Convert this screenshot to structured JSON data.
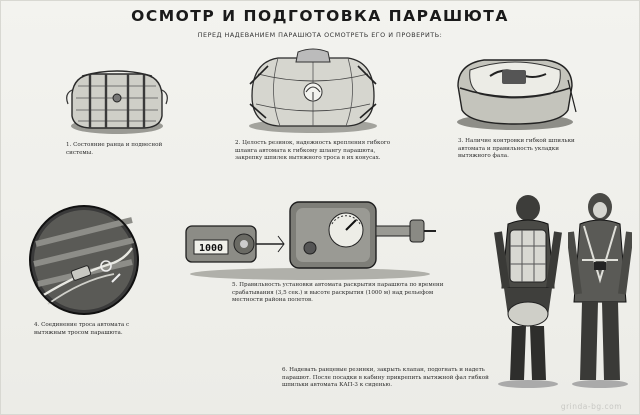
{
  "poster": {
    "title": "ОСМОТР И ПОДГОТОВКА ПАРАШЮТА",
    "subtitle": "ПЕРЕД НАДЕВАНИЕМ ПАРАШЮТА ОСМОТРЕТЬ ЕГО И ПРОВЕРИТЬ:",
    "captions": {
      "c1": "1. Состояние ранца и подвесной системы.",
      "c2": "2. Целость резинок, надежность крепления гибкого шланга автомата к гибкому шлангу парашюта, закрепку шпилек вытяжного троса в их конусах.",
      "c3": "3. Наличие контровки гибкой шпильки автомата и правильность укладки вытяжного фала.",
      "c4": "4. Соединение троса автомата с вытяжным тросом парашюта.",
      "c5": "5. Правильность установки автомата раскрытия парашюта по времени срабатывания (3,5 сек.) и высоте раскрытия (1000 м) над рельефом местности района полетов.",
      "c6": "6. Надевать ранцевые резинки, закрыть клапан, подогнать и надеть парашют. После посадки в кабину прикрепить вытяжной фал гибкой шпильки автомата КАП-3 к сиденью."
    },
    "device_dial": "1000",
    "watermark": "grinda-bg.com"
  }
}
